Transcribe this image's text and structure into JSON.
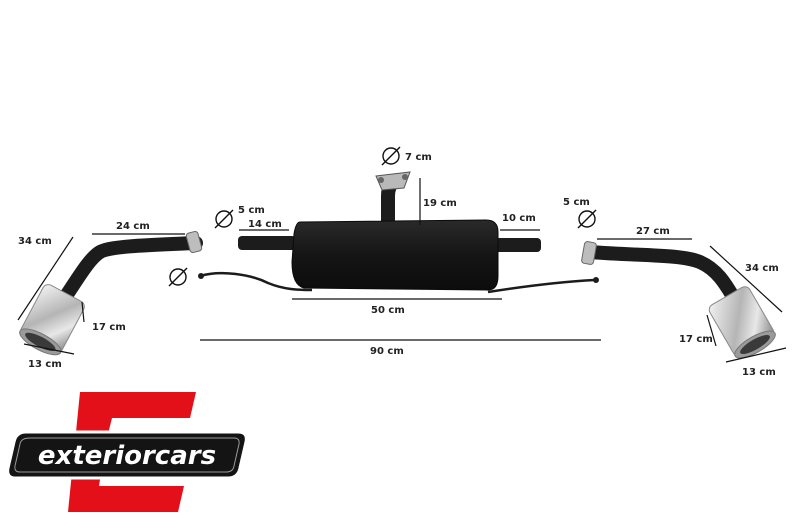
{
  "dimensions": {
    "left_tip_diag": "34 cm",
    "left_pipe_len": "24 cm",
    "left_tip_len": "17 cm",
    "left_tip_width": "13 cm",
    "left_inlet_dia": "5 cm",
    "muffler_inlet_len": "14 cm",
    "top_pipe_dia": "7 cm",
    "top_pipe_height": "19 cm",
    "muffler_outlet_len": "10 cm",
    "muffler_width": "50 cm",
    "total_width": "90 cm",
    "right_inlet_dia": "5 cm",
    "right_pipe_len": "27 cm",
    "right_tip_diag": "34 cm",
    "right_tip_len": "17 cm",
    "right_tip_width": "13 cm"
  },
  "logo": {
    "text": "exteriorcars",
    "accent_color": "#e3101a"
  },
  "colors": {
    "pipe": "#1c1c1c",
    "chrome": "#c8c8c8",
    "dimension_line": "#111111"
  },
  "icons": [
    "diameter-icon"
  ]
}
